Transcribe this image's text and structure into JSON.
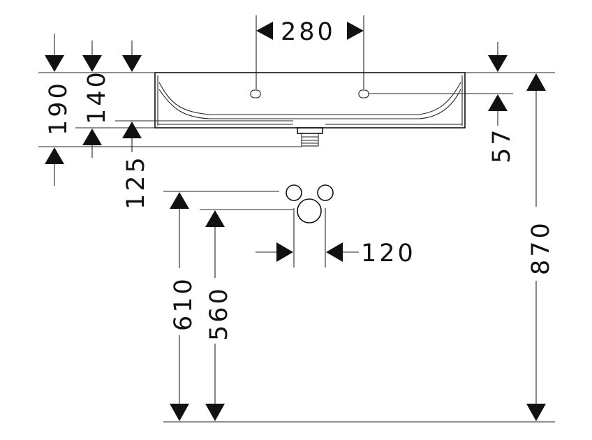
{
  "dimensions": {
    "d280": "280",
    "d190": "190",
    "d140": "140",
    "d125": "125",
    "d57": "57",
    "d120": "120",
    "d610": "610",
    "d560": "560",
    "d870": "870"
  },
  "colors": {
    "ink": "#111111",
    "background": "#ffffff"
  }
}
